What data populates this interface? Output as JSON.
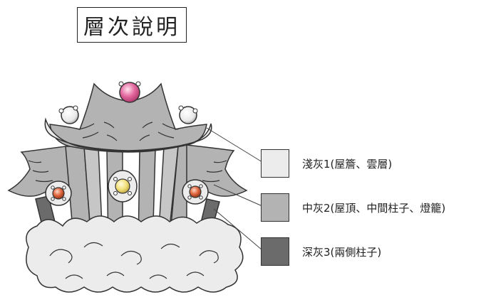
{
  "title": "層次說明",
  "legend": [
    {
      "label": "淺灰1(屋簷、雲層)",
      "color": "#ececec"
    },
    {
      "label": "中灰2(屋頂、中間柱子、燈籠)",
      "color": "#b3b3b3"
    },
    {
      "label": "深灰3(兩側柱子)",
      "color": "#6b6b6b"
    }
  ],
  "colors": {
    "outline": "#333333",
    "lantern_top": "#e46aa0",
    "lantern_center": "#f2e07a",
    "lantern_side": "#e0683e"
  }
}
